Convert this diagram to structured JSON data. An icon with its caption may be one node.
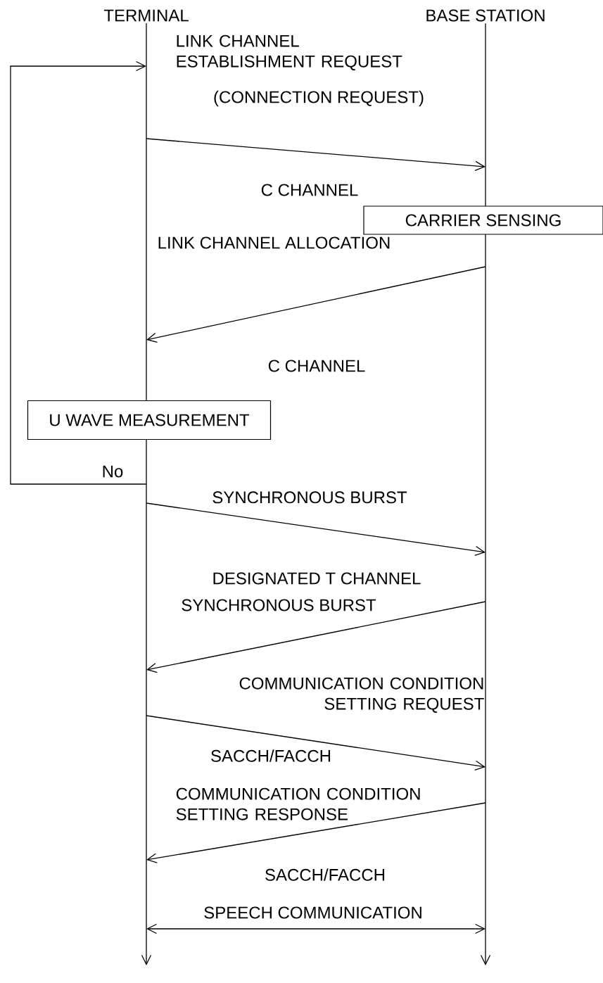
{
  "diagram": {
    "nodes": [
      {
        "text": [
          "TERMINAL"
        ]
      },
      {
        "text": [
          "BASE STATION"
        ]
      },
      {
        "text": [
          "CARRIER SENSING"
        ]
      },
      {
        "text": [
          "U WAVE MEASUREMENT"
        ]
      }
    ],
    "edges": [
      {
        "from": 0,
        "to": 1,
        "arrow": "to",
        "label": "LINK CHANNEL ESTABLISHMENT REQUEST"
      },
      {
        "from": 1,
        "to": 0,
        "arrow": "to",
        "label": "LINK CHANNEL ALLOCATION"
      },
      {
        "from": 0,
        "to": 0,
        "arrow": "to",
        "label": "No"
      },
      {
        "from": 0,
        "to": 1,
        "arrow": "to",
        "label": "SYNCHRONOUS BURST"
      },
      {
        "from": 1,
        "to": 0,
        "arrow": "to",
        "label": "SYNCHRONOUS BURST"
      },
      {
        "from": 0,
        "to": 1,
        "arrow": "to",
        "label": "COMMUNICATION CONDITION SETTING REQUEST"
      },
      {
        "from": 1,
        "to": 0,
        "arrow": "to",
        "label": "COMMUNICATION CONDITION SETTING RESPONSE"
      },
      {
        "from": 0,
        "to": 1,
        "arrow": "both",
        "label": "SPEECH COMMUNICATION"
      }
    ],
    "labels": [
      "(CONNECTION REQUEST)",
      "C CHANNEL",
      "C CHANNEL",
      "DESIGNATED T CHANNEL",
      "SACCH/FACCH",
      "SACCH/FACCH"
    ]
  }
}
